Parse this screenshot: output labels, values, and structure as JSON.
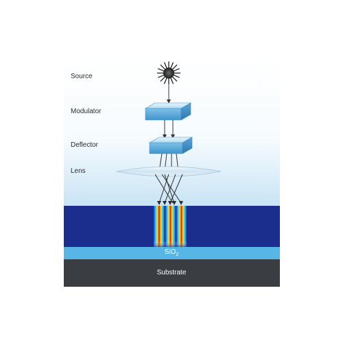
{
  "labels": {
    "source": "Source",
    "modulator": "Modulator",
    "deflector": "Deflector",
    "lens": "Lens"
  },
  "layers": {
    "oxide_main": "SiO",
    "oxide_sub": "2",
    "substrate": "Substrate"
  },
  "colors": {
    "resist": "#1b2e8e",
    "oxide": "#57b6e6",
    "substrate": "#3a3d42",
    "prism": "#9fd2ef",
    "sky_top": "#ffffff",
    "sky_bottom": "#cde6f6"
  },
  "icons": {
    "light_source": "sun-icon"
  }
}
